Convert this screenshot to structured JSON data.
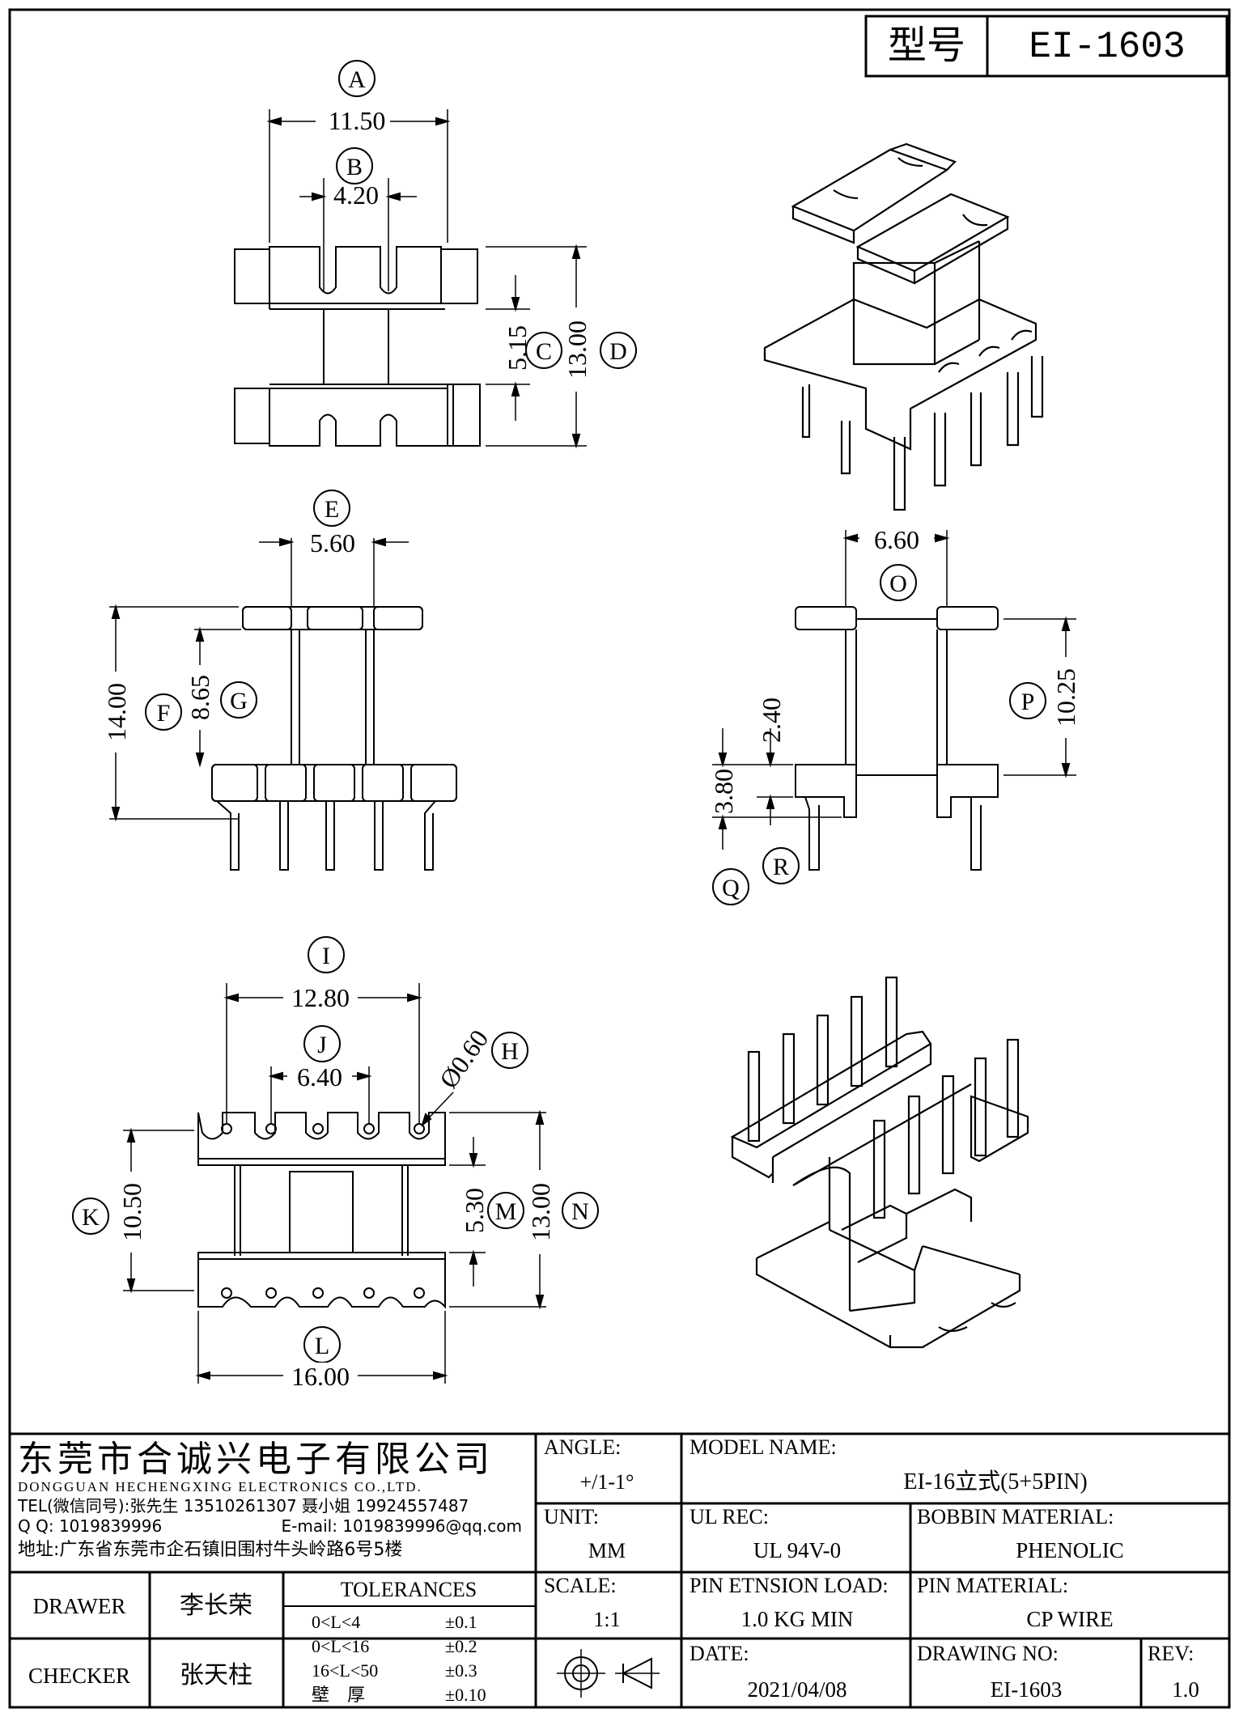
{
  "title_block": {
    "model_label": "型号",
    "model_value": "EI-1603"
  },
  "views": {
    "top": {
      "A": {
        "letter": "A",
        "value": "11.50"
      },
      "B": {
        "letter": "B",
        "value": "4.20"
      },
      "C": {
        "letter": "C",
        "value": "5.15"
      },
      "D": {
        "letter": "D",
        "value": "13.00"
      }
    },
    "front": {
      "E": {
        "letter": "E",
        "value": "5.60"
      },
      "F": {
        "letter": "F",
        "value": "14.00"
      },
      "G": {
        "letter": "G",
        "value": "8.65"
      }
    },
    "side": {
      "O": {
        "letter": "O",
        "value": "6.60"
      },
      "P": {
        "letter": "P",
        "value": "10.25"
      },
      "Q": {
        "letter": "Q",
        "value": "3.80"
      },
      "R": {
        "letter": "R",
        "value": "2.40"
      }
    },
    "bottom": {
      "I": {
        "letter": "I",
        "value": "12.80"
      },
      "J": {
        "letter": "J",
        "value": "6.40"
      },
      "H": {
        "letter": "H",
        "value": "Ø0.60"
      },
      "K": {
        "letter": "K",
        "value": "10.50"
      },
      "M": {
        "letter": "M",
        "value": "5.30"
      },
      "N": {
        "letter": "N",
        "value": "13.00"
      },
      "L": {
        "letter": "L",
        "value": "16.00"
      }
    }
  },
  "company": {
    "name_cn": "东莞市合诚兴电子有限公司",
    "name_en": "DONGGUAN HECHENGXING ELECTRONICS CO.,LTD.",
    "tel": "TEL(微信同号):张先生 13510261307 聂小姐 19924557487",
    "qq": "Q Q: 1019839996",
    "email": "E-mail: 1019839996@qq.com",
    "address": "地址:广东省东莞市企石镇旧围村牛头岭路6号5楼"
  },
  "fields": {
    "angle_label": "ANGLE:",
    "angle_value": "+/1-1°",
    "unit_label": "UNIT:",
    "unit_value": "MM",
    "scale_label": "SCALE:",
    "scale_value": "1:1",
    "model_name_label": "MODEL NAME:",
    "model_name_value": "EI-16立式(5+5PIN)",
    "ul_label": "UL REC:",
    "ul_value": "UL 94V-0",
    "bobbin_label": "BOBBIN MATERIAL:",
    "bobbin_value": "PHENOLIC",
    "pin_load_label": "PIN ETNSION LOAD:",
    "pin_load_value": "1.0 KG MIN",
    "pin_mat_label": "PIN MATERIAL:",
    "pin_mat_value": "CP WIRE",
    "date_label": "DATE:",
    "date_value": "2021/04/08",
    "drawing_no_label": "DRAWING NO:",
    "drawing_no_value": "EI-1603",
    "rev_label": "REV:",
    "rev_value": "1.0"
  },
  "people": {
    "drawer_label": "DRAWER",
    "drawer_name": "李长荣",
    "checker_label": "CHECKER",
    "checker_name": "张天柱"
  },
  "tolerances": {
    "title": "TOLERANCES",
    "rows": [
      {
        "range": "0<L<4",
        "tol": "±0.1"
      },
      {
        "range": "0<L<16",
        "tol": "±0.2"
      },
      {
        "range": "16<L<50",
        "tol": "±0.3"
      },
      {
        "range": "壁　厚",
        "tol": "±0.10"
      }
    ]
  }
}
